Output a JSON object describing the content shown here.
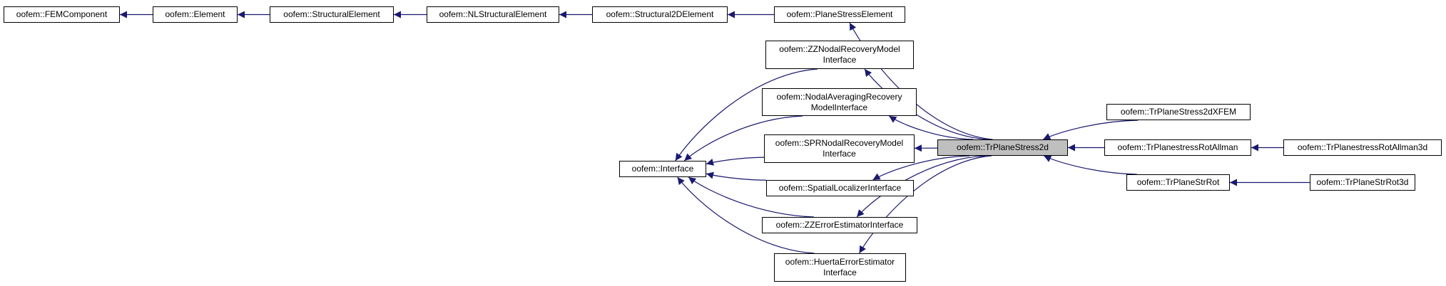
{
  "diagram": {
    "title": "",
    "colors": {
      "edge": "#191970",
      "node_border": "#000000",
      "highlight_fill": "#bfbfbf"
    },
    "nodes": [
      {
        "id": "femcomponent",
        "lines": [
          "oofem::FEMComponent"
        ]
      },
      {
        "id": "element",
        "lines": [
          "oofem::Element"
        ]
      },
      {
        "id": "structuralelement",
        "lines": [
          "oofem::StructuralElement"
        ]
      },
      {
        "id": "nlstructuralelement",
        "lines": [
          "oofem::NLStructuralElement"
        ]
      },
      {
        "id": "structural2delement",
        "lines": [
          "oofem::Structural2DElement"
        ]
      },
      {
        "id": "planestresselement",
        "lines": [
          "oofem::PlaneStressElement"
        ]
      },
      {
        "id": "zznodalrecovery",
        "lines": [
          "oofem::ZZNodalRecoveryModel",
          "Interface"
        ]
      },
      {
        "id": "nodalaveraging",
        "lines": [
          "oofem::NodalAveragingRecovery",
          "ModelInterface"
        ]
      },
      {
        "id": "sprnodalrecovery",
        "lines": [
          "oofem::SPRNodalRecoveryModel",
          "Interface"
        ]
      },
      {
        "id": "interface",
        "lines": [
          "oofem::Interface"
        ]
      },
      {
        "id": "spatiallocalizer",
        "lines": [
          "oofem::SpatialLocalizerInterface"
        ]
      },
      {
        "id": "zzerrorestimator",
        "lines": [
          "oofem::ZZErrorEstimatorInterface"
        ]
      },
      {
        "id": "huertaerror",
        "lines": [
          "oofem::HuertaErrorEstimator",
          "Interface"
        ]
      },
      {
        "id": "trplanestress2d",
        "lines": [
          "oofem::TrPlaneStress2d"
        ],
        "highlight": true
      },
      {
        "id": "trplanestress2dxfem",
        "lines": [
          "oofem::TrPlaneStress2dXFEM"
        ]
      },
      {
        "id": "trplanestressrotallman",
        "lines": [
          "oofem::TrPlanestressRotAllman"
        ]
      },
      {
        "id": "trplanestrrot",
        "lines": [
          "oofem::TrPlaneStrRot"
        ]
      },
      {
        "id": "trplanestressrotallman3d",
        "lines": [
          "oofem::TrPlanestressRotAllman3d"
        ]
      },
      {
        "id": "trplanestrrot3d",
        "lines": [
          "oofem::TrPlaneStrRot3d"
        ]
      }
    ],
    "edges": [
      {
        "from": "element",
        "to": "femcomponent"
      },
      {
        "from": "structuralelement",
        "to": "element"
      },
      {
        "from": "nlstructuralelement",
        "to": "structuralelement"
      },
      {
        "from": "structural2delement",
        "to": "nlstructuralelement"
      },
      {
        "from": "planestresselement",
        "to": "structural2delement"
      },
      {
        "from": "trplanestress2d",
        "to": "planestresselement"
      },
      {
        "from": "trplanestress2d",
        "to": "zznodalrecovery"
      },
      {
        "from": "trplanestress2d",
        "to": "nodalaveraging"
      },
      {
        "from": "trplanestress2d",
        "to": "sprnodalrecovery"
      },
      {
        "from": "trplanestress2d",
        "to": "spatiallocalizer"
      },
      {
        "from": "trplanestress2d",
        "to": "zzerrorestimator"
      },
      {
        "from": "trplanestress2d",
        "to": "huertaerror"
      },
      {
        "from": "zznodalrecovery",
        "to": "interface"
      },
      {
        "from": "nodalaveraging",
        "to": "interface"
      },
      {
        "from": "sprnodalrecovery",
        "to": "interface"
      },
      {
        "from": "spatiallocalizer",
        "to": "interface"
      },
      {
        "from": "zzerrorestimator",
        "to": "interface"
      },
      {
        "from": "huertaerror",
        "to": "interface"
      },
      {
        "from": "trplanestress2dxfem",
        "to": "trplanestress2d"
      },
      {
        "from": "trplanestressrotallman",
        "to": "trplanestress2d"
      },
      {
        "from": "trplanestrrot",
        "to": "trplanestress2d"
      },
      {
        "from": "trplanestressrotallman3d",
        "to": "trplanestressrotallman"
      },
      {
        "from": "trplanestrrot3d",
        "to": "trplanestrrot"
      }
    ]
  }
}
